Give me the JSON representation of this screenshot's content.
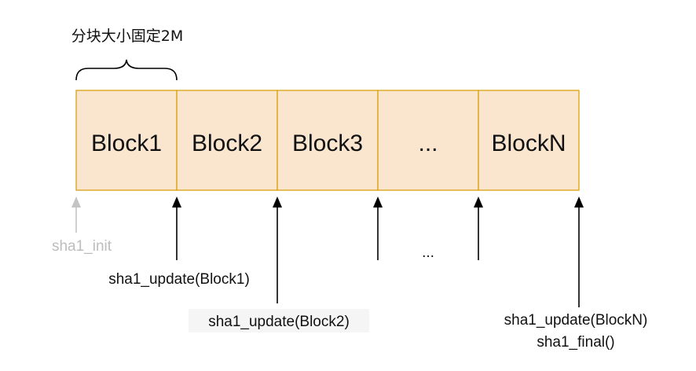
{
  "size_label": "分块大小固定2M",
  "blocks": [
    {
      "label": "Block1"
    },
    {
      "label": "Block2"
    },
    {
      "label": "Block3"
    },
    {
      "label": "..."
    },
    {
      "label": "BlockN"
    }
  ],
  "middle_ellipsis": "...",
  "calls": {
    "init": "sha1_init",
    "update_1": "sha1_update(Block1)",
    "update_2": "sha1_update(Block2)",
    "update_n": "sha1_update(BlockN)",
    "final": "sha1_final()"
  },
  "colors": {
    "block_fill": "#fae5cf",
    "block_stroke": "#d79b00",
    "faded": "#c4c4c4"
  }
}
